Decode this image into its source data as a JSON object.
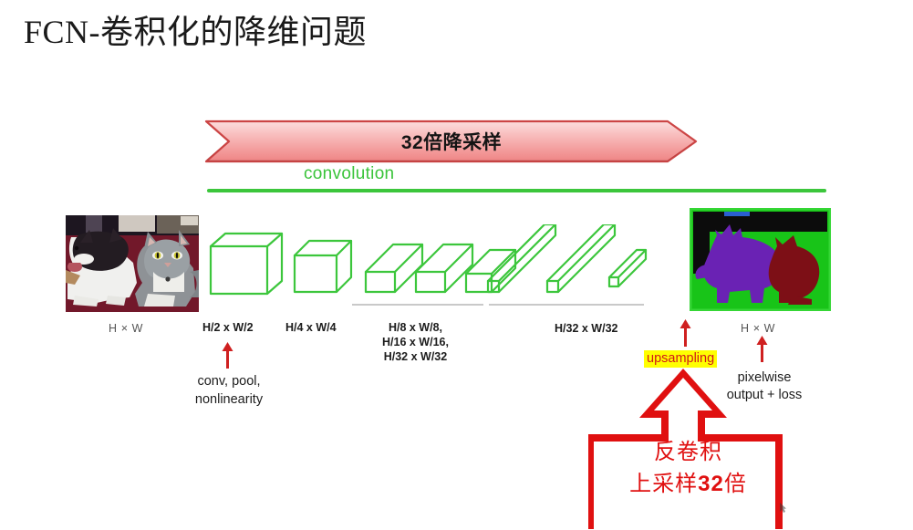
{
  "slide": {
    "title": "FCN-卷积化的降维问题",
    "background_color": "#ffffff"
  },
  "banner": {
    "label": "32倍降采样",
    "fill_top_color": "#fbd4d4",
    "fill_bottom_color": "#ef7b7b",
    "border_color": "#c0392b"
  },
  "pipeline": {
    "convolution_label": "convolution",
    "convolution_color": "#3ac43a",
    "rule_color": "#3cc63c",
    "wireframe_color": "#3cc63c"
  },
  "labels": {
    "input_dims": "H × W",
    "stage_2": "H/2 x W/2",
    "stage_4": "H/4 x W/4",
    "stage_8_line1": "H/8 x W/8,",
    "stage_8_line2": "H/16 x W/16,",
    "stage_8_line3": "H/32 x W/32",
    "stage_32": "H/32 x W/32",
    "output_dims": "H × W"
  },
  "annotations": {
    "conv_pool_line1": "conv, pool,",
    "conv_pool_line2": "nonlinearity",
    "upsampling": "upsampling",
    "upsampling_highlight_color": "#ffff00",
    "upsampling_text_color": "#d01818",
    "pixelwise_line1": "pixelwise",
    "pixelwise_line2": "output + loss",
    "arrow_color": "#cf2020"
  },
  "callout": {
    "line1": "反卷积",
    "line2_prefix": "上采样",
    "line2_number": "32",
    "line2_suffix": "倍",
    "color": "#e01010"
  },
  "images": {
    "input_photo_name": "dog-and-cat-photo",
    "output_segmentation_name": "segmentation-output-image"
  }
}
